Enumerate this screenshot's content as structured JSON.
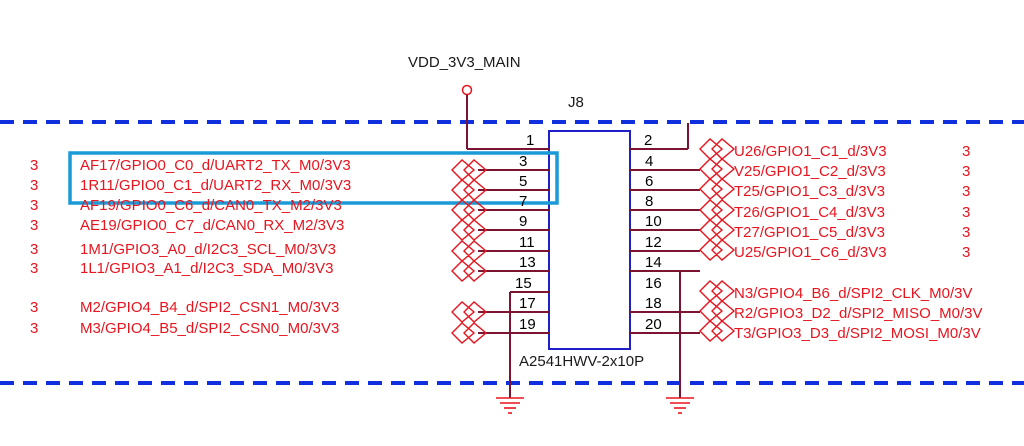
{
  "power": {
    "label": "VDD_3V3_MAIN"
  },
  "connector": {
    "ref": "J8",
    "part": "A2541HWV-2x10P"
  },
  "left_nets": [
    {
      "sheet": "3",
      "label": "AF17/GPIO0_C0_d/UART2_TX_M0/3V3",
      "pin": "3"
    },
    {
      "sheet": "3",
      "label": "1R11/GPIO0_C1_d/UART2_RX_M0/3V3",
      "pin": "5"
    },
    {
      "sheet": "3",
      "label": "AF19/GPIO0_C6_d/CAN0_TX_M2/3V3",
      "pin": "7"
    },
    {
      "sheet": "3",
      "label": "AE19/GPIO0_C7_d/CAN0_RX_M2/3V3",
      "pin": "9"
    },
    {
      "sheet": "3",
      "label": "1M1/GPIO3_A0_d/I2C3_SCL_M0/3V3",
      "pin": "11"
    },
    {
      "sheet": "3",
      "label": "1L1/GPIO3_A1_d/I2C3_SDA_M0/3V3",
      "pin": "13"
    },
    {
      "sheet": "3",
      "label": "M2/GPIO4_B4_d/SPI2_CSN1_M0/3V3",
      "pin": "17"
    },
    {
      "sheet": "3",
      "label": "M3/GPIO4_B5_d/SPI2_CSN0_M0/3V3",
      "pin": "19"
    }
  ],
  "left_plain_pins": [
    "1",
    "15"
  ],
  "right_nets": [
    {
      "pin": "4",
      "label": "U26/GPIO1_C1_d/3V3",
      "sheet": "3"
    },
    {
      "pin": "6",
      "label": "V25/GPIO1_C2_d/3V3",
      "sheet": "3"
    },
    {
      "pin": "8",
      "label": "T25/GPIO1_C3_d/3V3",
      "sheet": "3"
    },
    {
      "pin": "10",
      "label": "T26/GPIO1_C4_d/3V3",
      "sheet": "3"
    },
    {
      "pin": "12",
      "label": "T27/GPIO1_C5_d/3V3",
      "sheet": "3"
    },
    {
      "pin": "14",
      "label": "U25/GPIO1_C6_d/3V3",
      "sheet": "3"
    },
    {
      "pin": "18",
      "label": "N3/GPIO4_B6_d/SPI2_CLK_M0/3V",
      "sheet": ""
    },
    {
      "pin": "20",
      "label": "R2/GPIO3_D2_d/SPI2_MISO_M0/3V",
      "sheet": ""
    },
    {
      "pin": "",
      "label": "T3/GPIO3_D3_d/SPI2_MOSI_M0/3V",
      "sheet": ""
    }
  ],
  "right_plain_pins": [
    "2",
    "16"
  ],
  "colors": {
    "wire": "#7a1430",
    "net_label": "#e8141e",
    "body": "#1f1fc8",
    "boundary": "#1030e0",
    "highlight": "#1a9ad6"
  }
}
